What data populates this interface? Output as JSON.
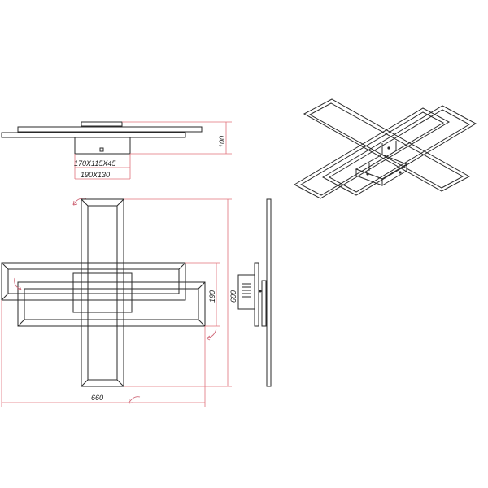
{
  "dimensions": {
    "height_side": "100",
    "base_small": "170X115X45",
    "base_large": "190X130",
    "height_front": "190",
    "height_total": "600",
    "width_total": "660"
  },
  "colors": {
    "line": "#2a2a2a",
    "dimension": "#e0707a",
    "background": "#ffffff"
  },
  "icons": [
    "rotate-arrow-icon"
  ]
}
